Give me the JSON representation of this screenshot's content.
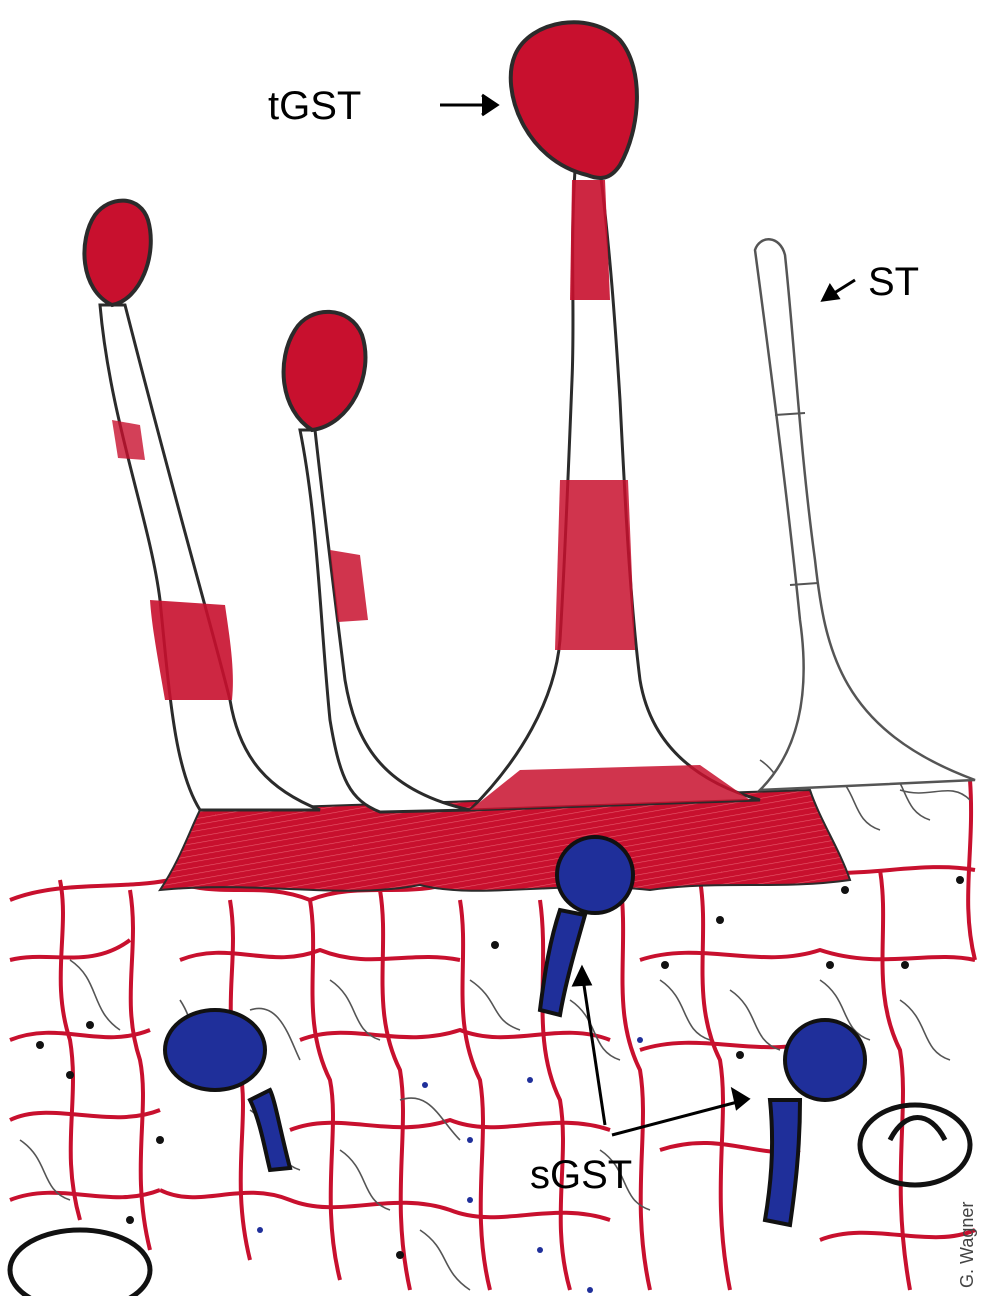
{
  "labels": {
    "tgst": "tGST",
    "st": "ST",
    "sgst": "sGST"
  },
  "credit": "G. Wagner",
  "colors": {
    "stain_red": "#c8102e",
    "gland_blue": "#1f2f9a",
    "outline": "#2b2b2b",
    "cell_wall_gray": "#555555",
    "background": "#ffffff"
  }
}
